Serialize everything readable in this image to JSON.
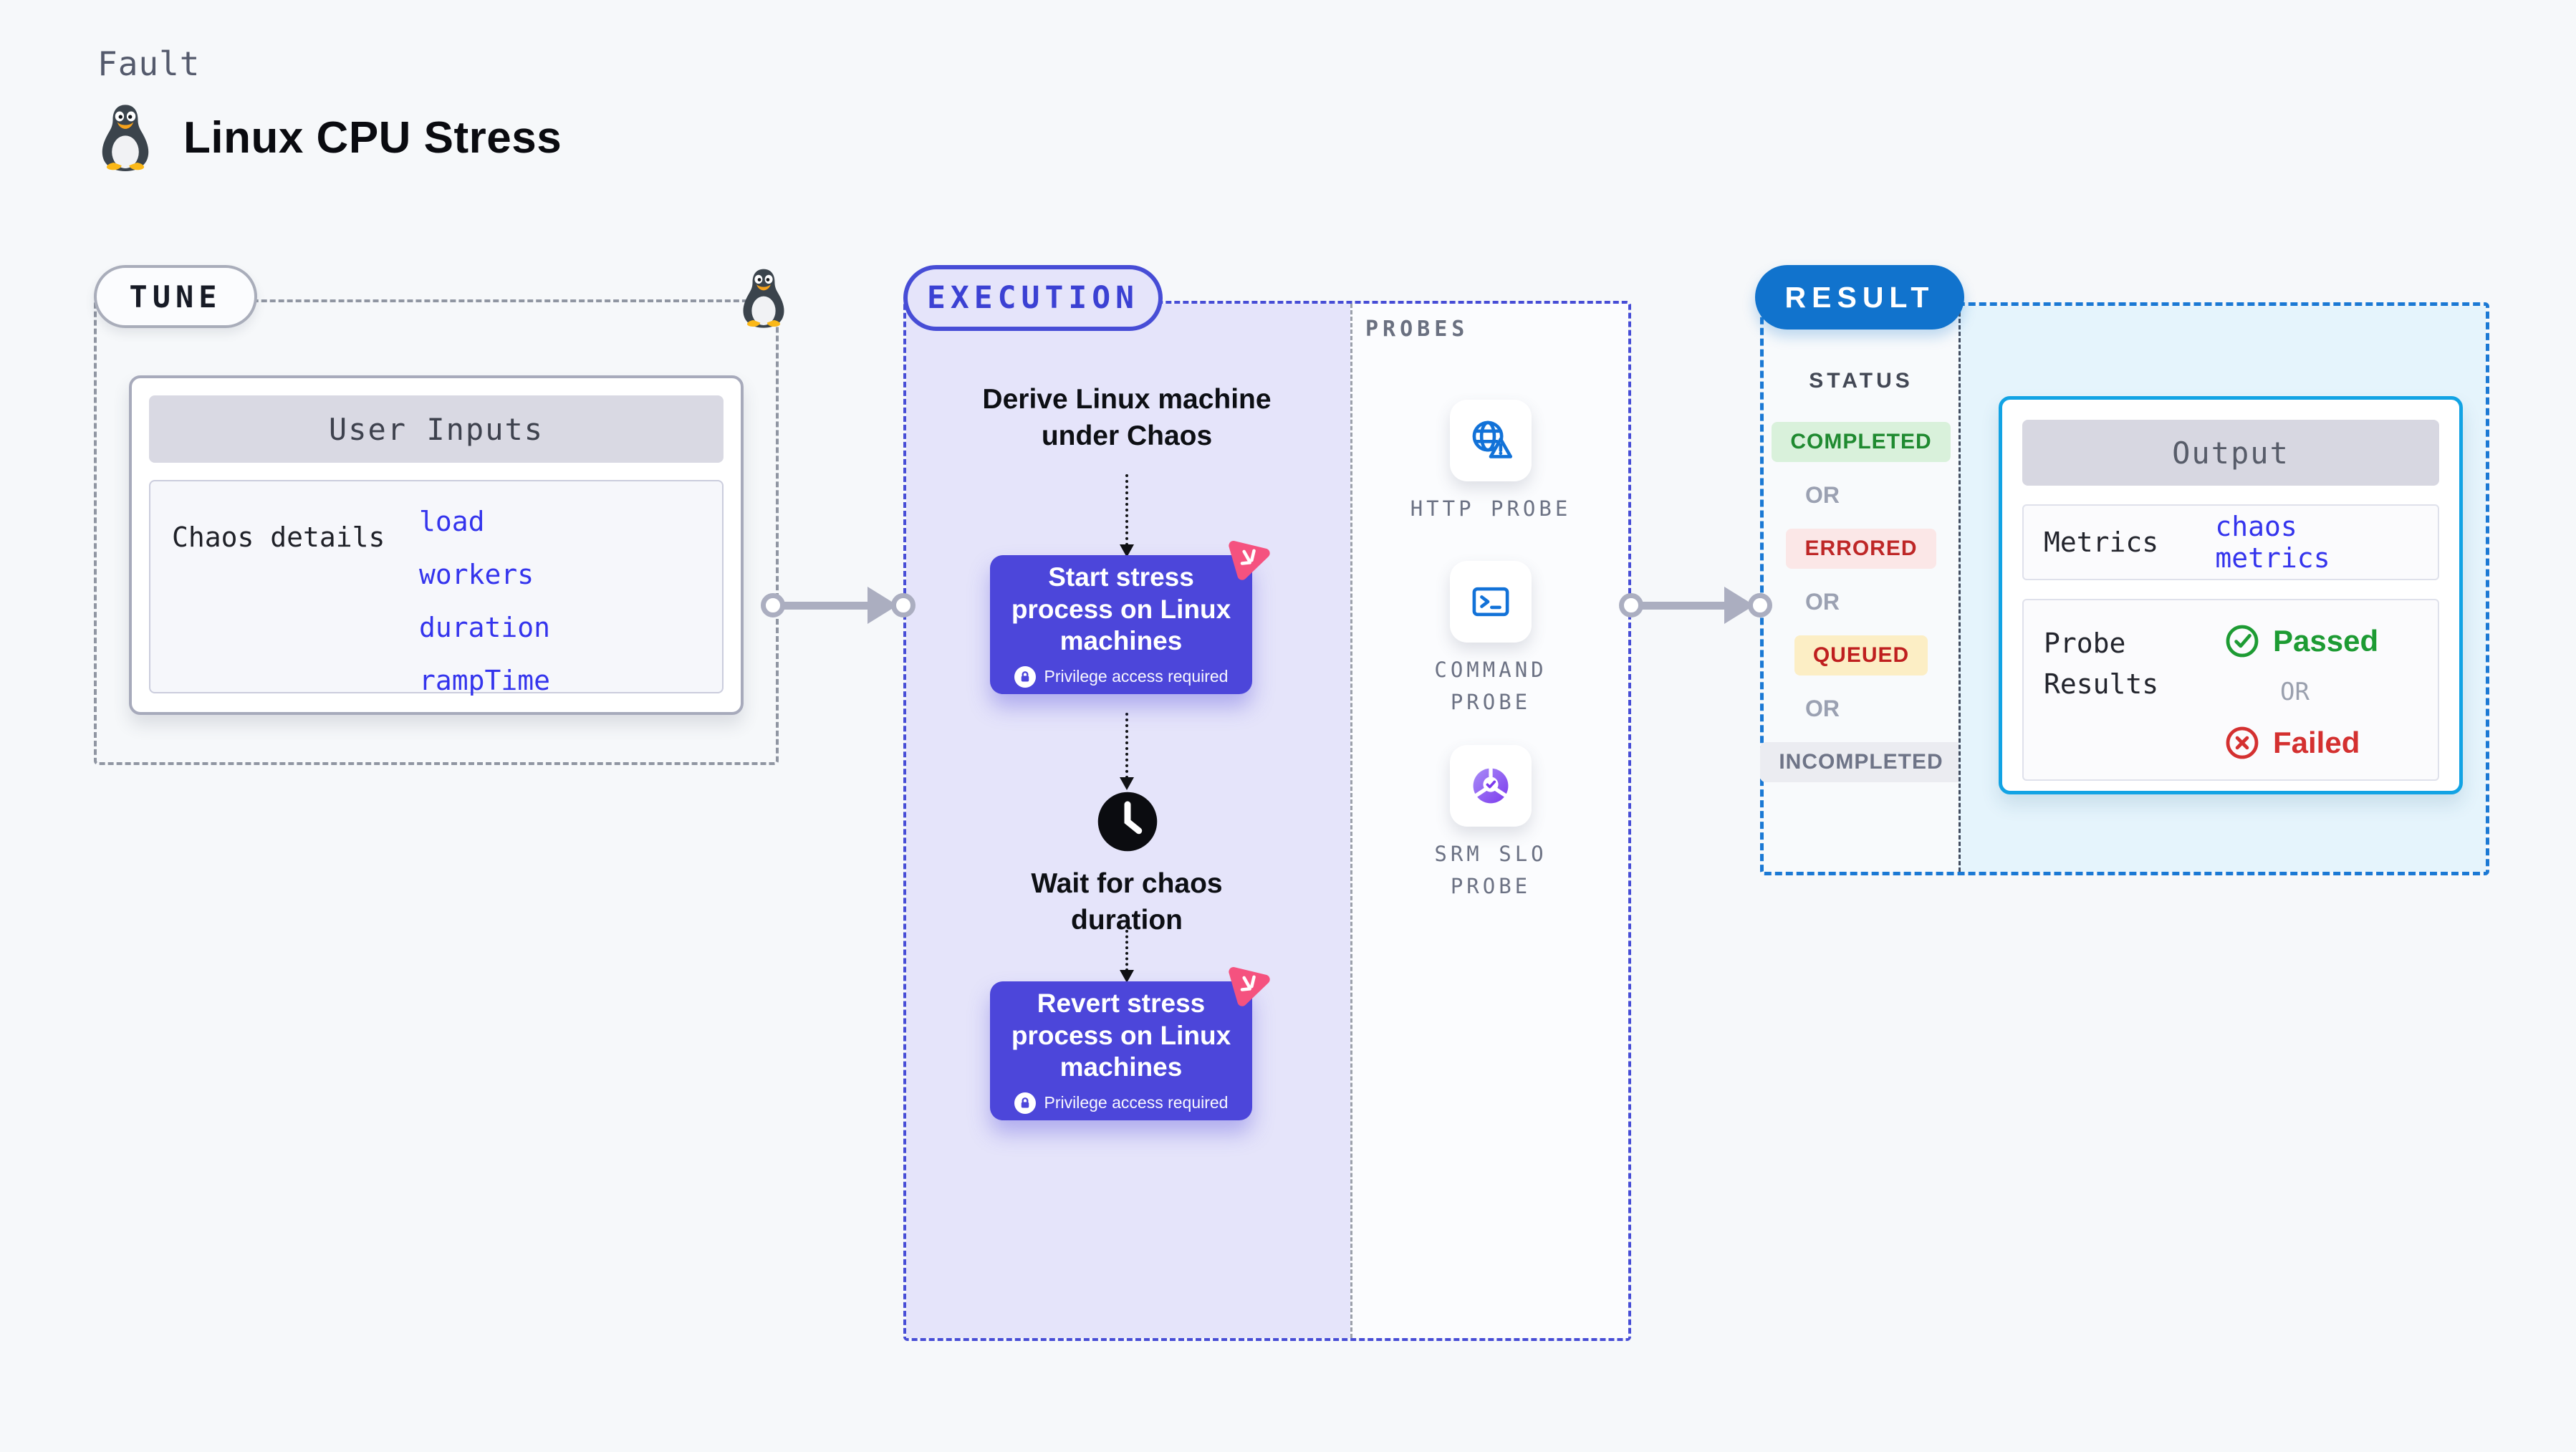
{
  "page": {
    "kicker": "Fault",
    "title": "Linux CPU Stress"
  },
  "colors": {
    "accent_indigo": "#4C46DA",
    "accent_blue": "#1173CD",
    "accent_cyan": "#12A3E4",
    "lavender_fill": "#E5E4FA",
    "light_blue_fill": "#E5F4FC",
    "link_blue": "#3434ED",
    "success_green": "#1F8A30",
    "error_red": "#BE2727",
    "warning_yellow_bg": "#FCEEC5",
    "pink_logo": "#F5527F",
    "arrow_gray": "#ABAEC0"
  },
  "tune": {
    "label": "TUNE",
    "user_inputs": {
      "title": "User Inputs",
      "row_label": "Chaos details",
      "links": [
        "load",
        "workers",
        "duration",
        "rampTime"
      ]
    }
  },
  "execution": {
    "label": "EXECUTION",
    "derive_text": "Derive Linux machine under Chaos",
    "start_node": {
      "title": "Start stress process on Linux machines",
      "badge": "Privilege access required"
    },
    "wait_text": "Wait for chaos duration",
    "revert_node": {
      "title": "Revert stress process on Linux machines",
      "badge": "Privilege access required"
    }
  },
  "probes": {
    "label": "PROBES",
    "items": [
      {
        "name": "HTTP PROBE",
        "icon": "globe-alert-icon"
      },
      {
        "name": "COMMAND PROBE",
        "icon": "terminal-icon"
      },
      {
        "name": "SRM SLO PROBE",
        "icon": "slo-pie-icon"
      }
    ]
  },
  "result": {
    "label": "RESULT",
    "status": {
      "title": "STATUS",
      "or": "OR",
      "badges": [
        {
          "label": "COMPLETED",
          "type": "success"
        },
        {
          "label": "ERRORED",
          "type": "error"
        },
        {
          "label": "QUEUED",
          "type": "warning"
        },
        {
          "label": "INCOMPLETED",
          "type": "neutral"
        }
      ]
    },
    "output": {
      "title": "Output",
      "metrics_label": "Metrics",
      "metrics_link": "chaos metrics",
      "probe_results_label": "Probe Results",
      "passed": "Passed",
      "or": "OR",
      "failed": "Failed"
    }
  }
}
